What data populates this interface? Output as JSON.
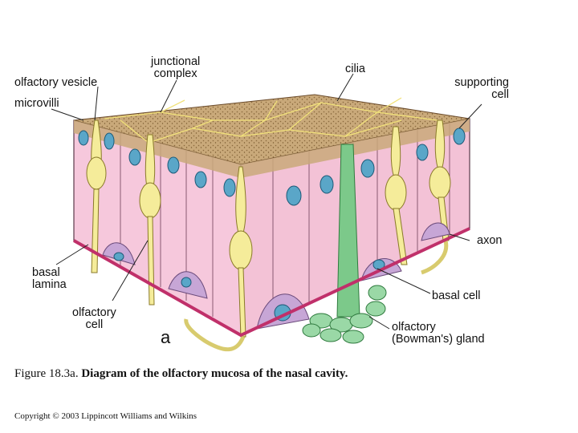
{
  "labels": {
    "junctional_complex_1": "junctional",
    "junctional_complex_2": "complex",
    "olfactory_vesicle": "olfactory vesicle",
    "microvilli": "microvilli",
    "cilia": "cilia",
    "supporting_cell_1": "supporting",
    "supporting_cell_2": "cell",
    "axon": "axon",
    "basal_lamina_1": "basal",
    "basal_lamina_2": "lamina",
    "basal_cell": "basal cell",
    "olfactory_cell_1": "olfactory",
    "olfactory_cell_2": "cell",
    "gland_1": "olfactory",
    "gland_2": "(Bowman's) gland"
  },
  "figure_letter": "a",
  "caption": {
    "figure_number": "Figure 18.3a.",
    "title": "Diagram of the olfactory mucosa of the nasal cavity."
  },
  "copyright": "Copyright © 2003 Lippincott Williams and Wilkins",
  "colors": {
    "mucus_surface": "#c9a97a",
    "epithelium_pink": "#f6c8dc",
    "cell_border": "#8a5a72",
    "nucleus_blue": "#5aa6c8",
    "olfactory_cell_yellow": "#f5ec9a",
    "basal_cell_purple": "#c7a6d6",
    "gland_green": "#7cc98a",
    "basal_lamina": "#c0306a"
  }
}
